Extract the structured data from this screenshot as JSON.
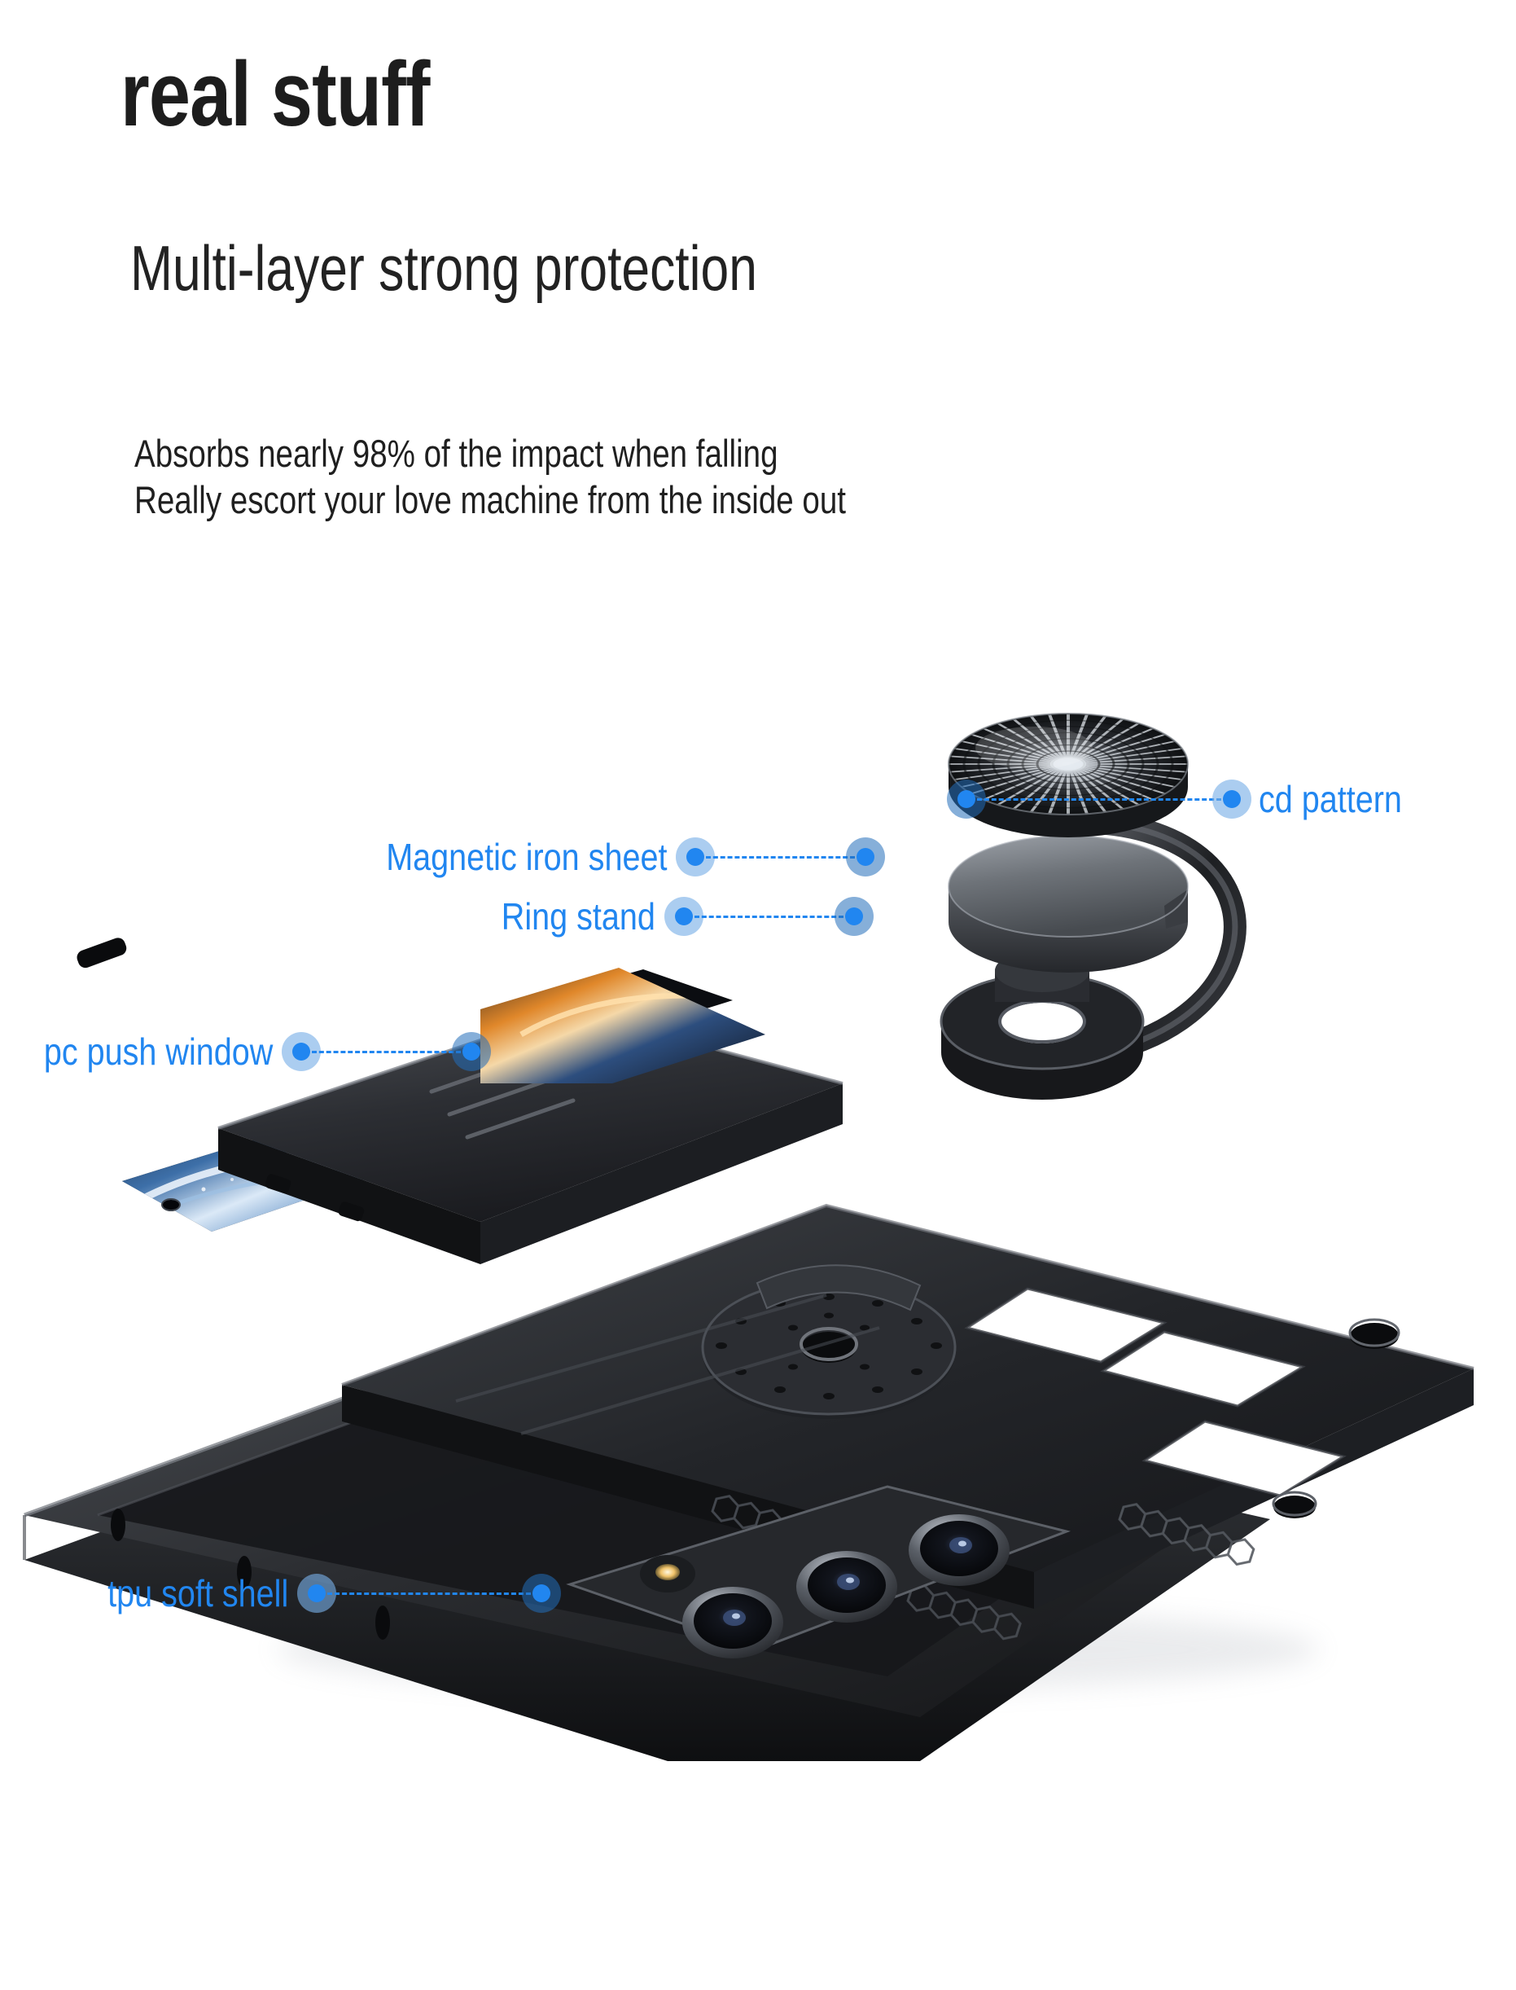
{
  "header": {
    "headline": "real stuff",
    "subheadline": "Multi-layer strong protection",
    "body_line_1": "Absorbs nearly 98% of the impact when falling",
    "body_line_2": "Really escort your love machine from the inside out"
  },
  "colors": {
    "accent_blue": "#2186f0",
    "halo_blue": "#78afe6",
    "headline_black": "#1d1d1d",
    "body_black": "#1f1f1f",
    "background": "#ffffff",
    "case_black": "#1b1b1d",
    "case_grey": "#6d7075",
    "screen_blue": "#8fb6de",
    "screen_amber": "#e08a2a"
  },
  "callouts": [
    {
      "id": "cd-pattern",
      "label": "cd pattern",
      "side": "right",
      "leader_length": 320,
      "description": "Radial spiral CD-textured top disc of the ring stand"
    },
    {
      "id": "magnetic-iron-sheet",
      "label": "Magnetic iron sheet",
      "side": "left",
      "leader_length": 205,
      "description": "Grey metal magnetic plate beneath the CD disc"
    },
    {
      "id": "ring-stand",
      "label": "Ring stand",
      "side": "left",
      "leader_length": 205,
      "description": "Rotating black ring kickstand base"
    },
    {
      "id": "pc-push-window",
      "label": "pc push window",
      "side": "left",
      "leader_length": 205,
      "description": "Sliding hard polycarbonate camera cover with grip ridges"
    },
    {
      "id": "tpu-soft-shell",
      "label": "tpu soft shell",
      "side": "left",
      "leader_length": 272,
      "description": "Flexible shock absorbing inner shell"
    }
  ],
  "product": {
    "type": "folding phone case exploded view",
    "layers": [
      "cd pattern disc",
      "magnetic iron sheet",
      "ring stand",
      "pc push window",
      "pc hard frame",
      "tpu soft shell"
    ],
    "camera_count": 3,
    "has_flash": true,
    "screen_wallpaper": "blue and amber wave"
  }
}
